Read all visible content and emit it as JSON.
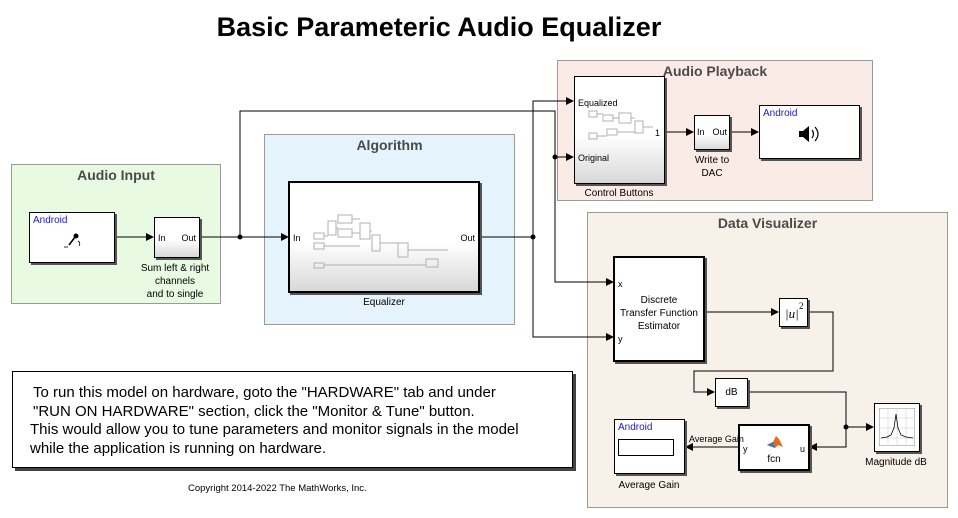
{
  "title": "Basic Parameteric Audio Equalizer",
  "areas": {
    "audio_input": "Audio Input",
    "algorithm": "Algorithm",
    "audio_playback": "Audio Playback",
    "data_visualizer": "Data Visualizer"
  },
  "blocks": {
    "mic": {
      "platform": "Android"
    },
    "sum": {
      "in": "In",
      "out": "Out",
      "label": [
        "Sum left & right",
        "channels",
        "and to single"
      ]
    },
    "equalizer": {
      "in": "In",
      "out": "Out",
      "label": "Equalizer"
    },
    "control_buttons": {
      "in1": "Equalized",
      "in2": "Original",
      "out": "1",
      "label": "Control Buttons"
    },
    "write_dac": {
      "in": "In",
      "out": "Out",
      "label": [
        "Write to",
        "DAC"
      ]
    },
    "speaker": {
      "platform": "Android"
    },
    "tfe": {
      "in_x": "x",
      "in_y": "y",
      "text": [
        "Discrete",
        "Transfer Function",
        "Estimator"
      ]
    },
    "abs_sq": {
      "text": "|u|",
      "exp": "2"
    },
    "db": {
      "text": "dB"
    },
    "fcn": {
      "in": "u",
      "out": "y",
      "text": "fcn"
    },
    "avg_gain_display": {
      "platform": "Android",
      "label": "Average Gain"
    },
    "signal_label": "Average Gain",
    "spectrum": {
      "label": "Magnitude dB"
    }
  },
  "note": {
    "lines": [
      " To run this model on hardware, goto the \"HARDWARE\" tab and under",
      " \"RUN ON HARDWARE\" section, click the \"Monitor & Tune\" button.",
      "This would allow you to tune parameters and monitor signals in the model",
      "while the application is running on hardware."
    ]
  },
  "copyright": "Copyright 2014-2022 The MathWorks, Inc.",
  "colors": {
    "audio_input_bg": "#e8fbe2",
    "algorithm_bg": "#e4f3fc",
    "audio_playback_bg": "#fbebe6",
    "data_visualizer_bg": "#f7f1ea",
    "android_text": "#1a1acc",
    "matlab_orange": "#e56a1a"
  }
}
